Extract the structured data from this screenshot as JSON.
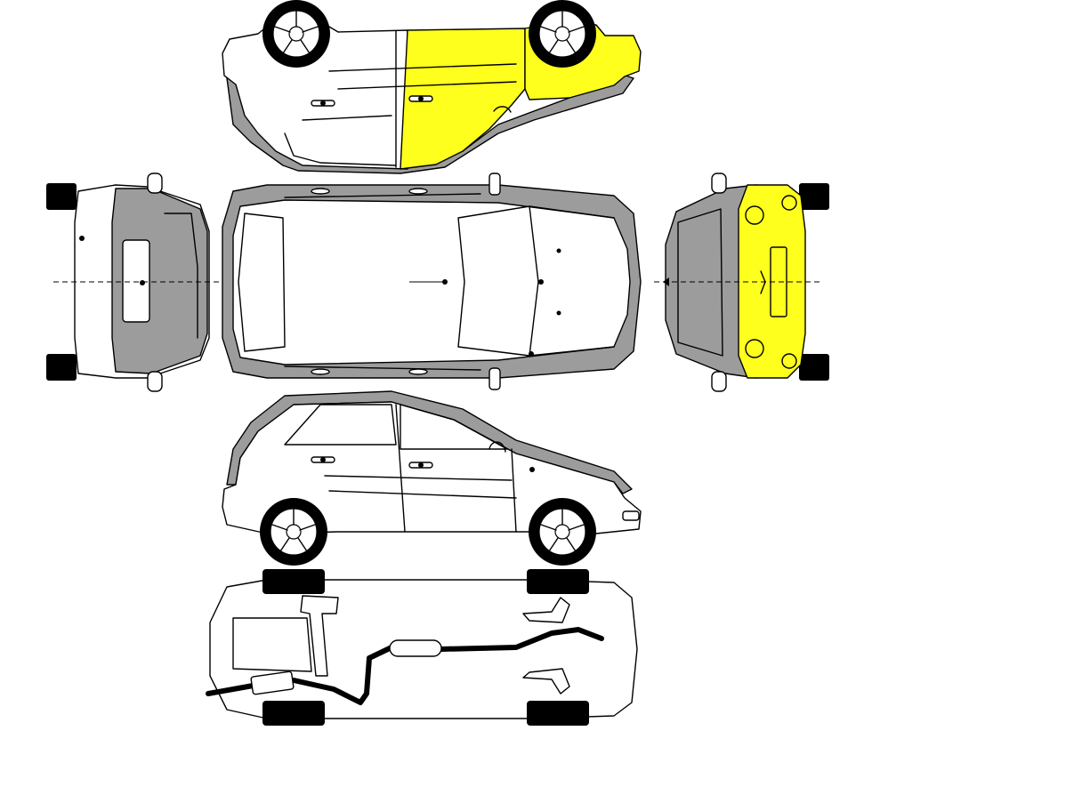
{
  "diagram": {
    "subject": "vehicle-damage-diagram",
    "views": [
      "side-view-passenger",
      "rear-view",
      "top-view",
      "front-view",
      "side-view-driver",
      "underside-view"
    ],
    "colors": {
      "outline": "#000000",
      "panel_grey": "#9c9c9c",
      "highlight": "#ffff1e",
      "tire": "#000000",
      "background": "#ffffff"
    },
    "highlighted_parts": [
      "front-door-passenger",
      "front-fender-passenger",
      "front-bumper"
    ]
  }
}
